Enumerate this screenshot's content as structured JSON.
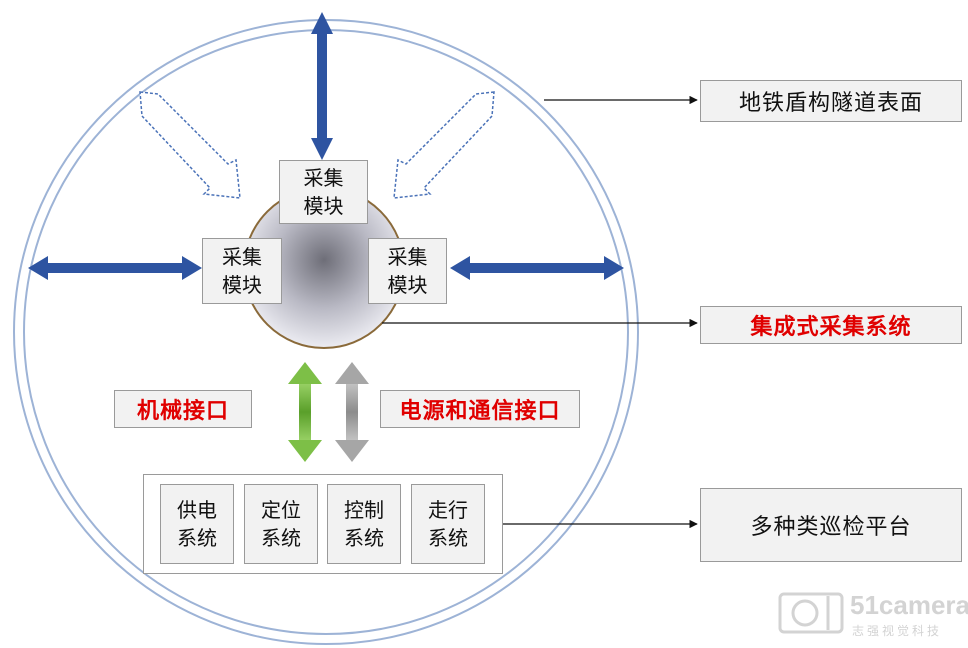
{
  "modules": {
    "top": "采集\n模块",
    "left": "采集\n模块",
    "right": "采集\n模块"
  },
  "labels": {
    "tunnel_surface": "地铁盾构隧道表面",
    "integrated_system": "集成式采集系统",
    "mechanical_interface": "机械接口",
    "power_comm_interface": "电源和通信接口",
    "platform": "多种类巡检平台"
  },
  "subsystems": [
    {
      "label": "供电\n系统"
    },
    {
      "label": "定位\n系统"
    },
    {
      "label": "控制\n系统"
    },
    {
      "label": "走行\n系统"
    }
  ],
  "watermark": {
    "brand": "51camera",
    "tagline": "志强视觉科技"
  },
  "colors": {
    "ring": "#9db3d6",
    "blue_arrow": "#2e54a1",
    "green_arrow": "#7dbf47",
    "gray_arrow": "#a6a6a6",
    "red_text": "#e00000",
    "box_fill": "#f2f2f2",
    "sphere_edge": "#8a6a3a"
  }
}
